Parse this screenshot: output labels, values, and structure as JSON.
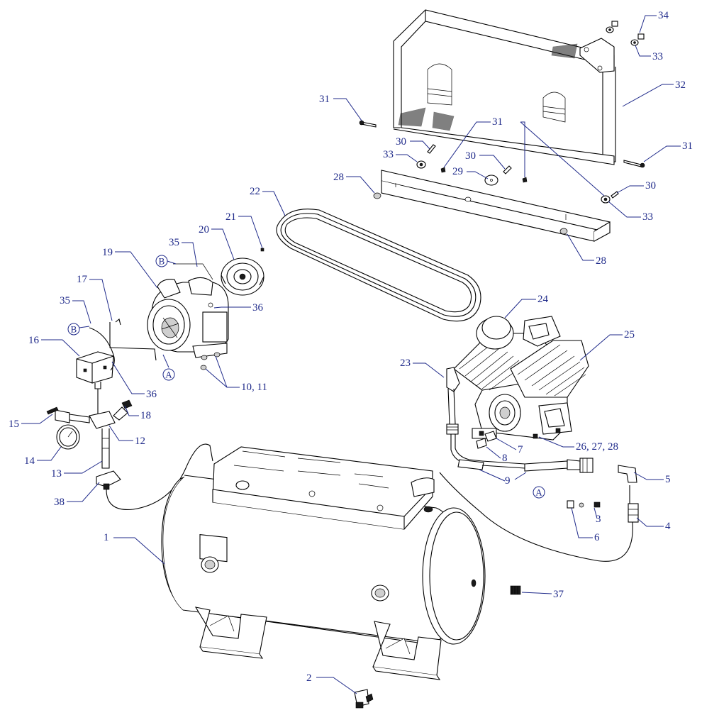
{
  "colors": {
    "callout": "#1f2a8a",
    "line": "#000000",
    "paper": "#ffffff"
  },
  "callouts": [
    {
      "id": "c1",
      "text": "1"
    },
    {
      "id": "c2",
      "text": "2"
    },
    {
      "id": "c3",
      "text": "3"
    },
    {
      "id": "c4",
      "text": "4"
    },
    {
      "id": "c5",
      "text": "5"
    },
    {
      "id": "c6",
      "text": "6"
    },
    {
      "id": "c7",
      "text": "7"
    },
    {
      "id": "c8",
      "text": "8"
    },
    {
      "id": "c9",
      "text": "9"
    },
    {
      "id": "c10",
      "text": "10, 11"
    },
    {
      "id": "c12",
      "text": "12"
    },
    {
      "id": "c13",
      "text": "13"
    },
    {
      "id": "c14",
      "text": "14"
    },
    {
      "id": "c15",
      "text": "15"
    },
    {
      "id": "c16",
      "text": "16"
    },
    {
      "id": "c17",
      "text": "17"
    },
    {
      "id": "c18",
      "text": "18"
    },
    {
      "id": "c19",
      "text": "19"
    },
    {
      "id": "c20",
      "text": "20"
    },
    {
      "id": "c21",
      "text": "21"
    },
    {
      "id": "c22",
      "text": "22"
    },
    {
      "id": "c23",
      "text": "23"
    },
    {
      "id": "c24",
      "text": "24"
    },
    {
      "id": "c25",
      "text": "25"
    },
    {
      "id": "c26",
      "text": "26, 27, 28"
    },
    {
      "id": "c28a",
      "text": "28"
    },
    {
      "id": "c28b",
      "text": "28"
    },
    {
      "id": "c29",
      "text": "29"
    },
    {
      "id": "c30a",
      "text": "30"
    },
    {
      "id": "c30b",
      "text": "30"
    },
    {
      "id": "c30c",
      "text": "30"
    },
    {
      "id": "c31a",
      "text": "31"
    },
    {
      "id": "c31b",
      "text": "31"
    },
    {
      "id": "c31c",
      "text": "31"
    },
    {
      "id": "c32",
      "text": "32"
    },
    {
      "id": "c33a",
      "text": "33"
    },
    {
      "id": "c33b",
      "text": "33"
    },
    {
      "id": "c33c",
      "text": "33"
    },
    {
      "id": "c34",
      "text": "34"
    },
    {
      "id": "c35a",
      "text": "35"
    },
    {
      "id": "c35b",
      "text": "35"
    },
    {
      "id": "c36a",
      "text": "36"
    },
    {
      "id": "c36b",
      "text": "36"
    },
    {
      "id": "c37",
      "text": "37"
    },
    {
      "id": "c38",
      "text": "38"
    }
  ],
  "markers": [
    {
      "id": "mA1",
      "text": "A"
    },
    {
      "id": "mA2",
      "text": "A"
    },
    {
      "id": "mB1",
      "text": "B"
    },
    {
      "id": "mB2",
      "text": "B"
    }
  ]
}
